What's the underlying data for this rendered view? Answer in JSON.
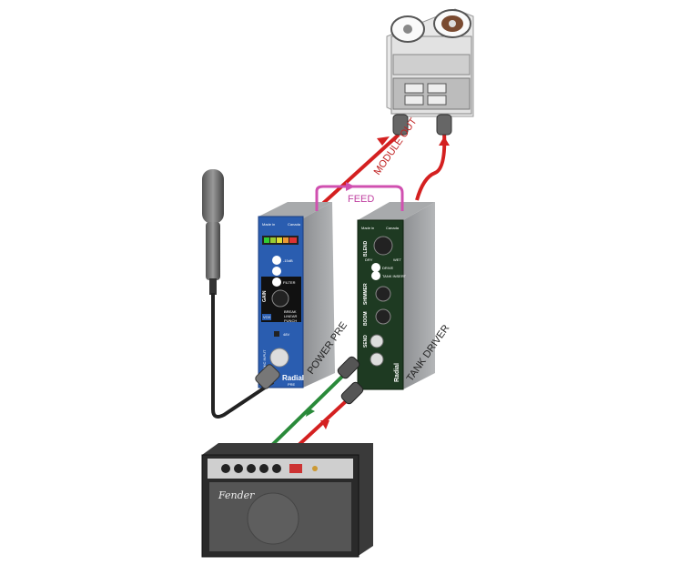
{
  "labels": {
    "module_out": "MODULE OUT",
    "feed": "FEED",
    "power_pre": "POWER PRE",
    "tank_driver": "TANK DRIVER"
  },
  "power_pre": {
    "made_in": "Made in",
    "canada": "Canada",
    "pad": "-15dB",
    "filter": "FILTER",
    "gain": "GAIN",
    "vox": "VOX",
    "modes": [
      "BREAK",
      "LINEAR",
      "PUNCH"
    ],
    "phantom": "48V",
    "mic_input": "MIC INPUT",
    "brand": "Radial",
    "model": "PRE"
  },
  "tank_driver": {
    "made_in": "Made in",
    "canada": "Canada",
    "blend": "BLEND",
    "dry": "DRY",
    "wet": "WET",
    "drive": "DRIVE",
    "tank_insert": "TANK INSERT",
    "shimmer": "SHIMMER",
    "boom": "BOOM",
    "send": "SEND",
    "brand": "Radial"
  },
  "amp": {
    "brand": "Fender"
  },
  "colors": {
    "red_cable": "#d42020",
    "green_cable": "#2a8a3a",
    "feed_cable": "#d050b0",
    "power_pre_face": "#2a5db0",
    "tank_face": "#1e3a22"
  }
}
